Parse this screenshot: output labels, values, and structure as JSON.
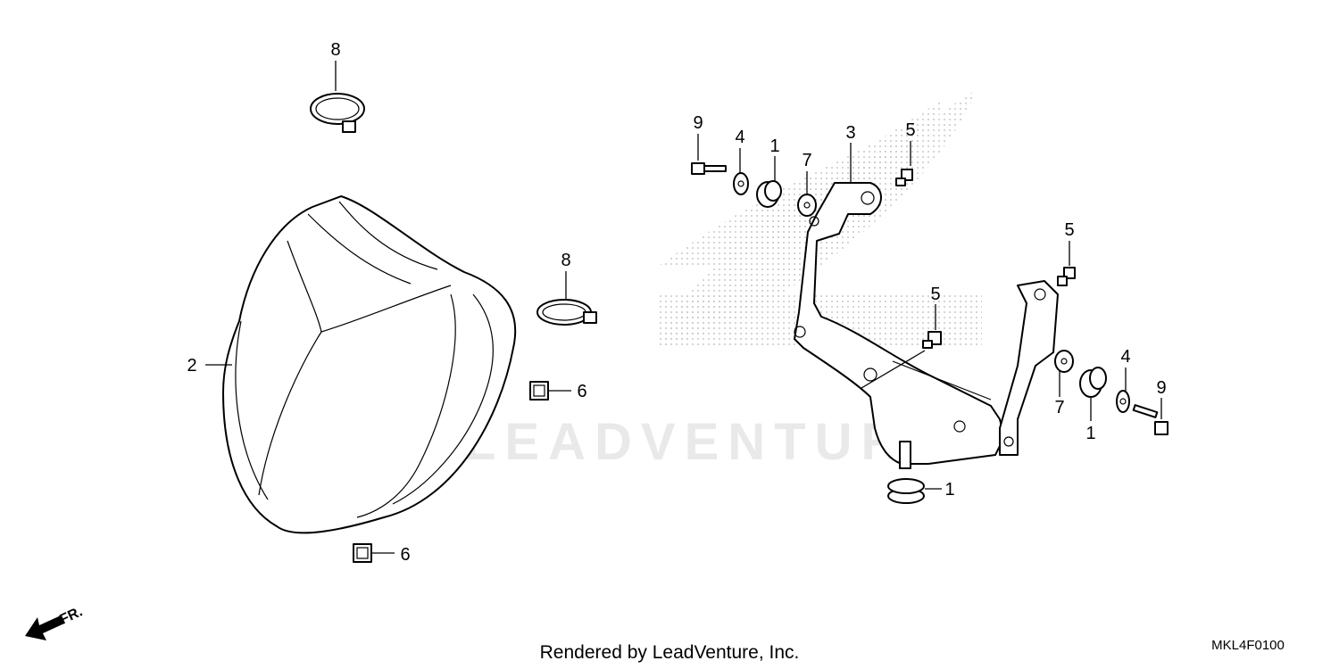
{
  "diagram": {
    "callouts": [
      {
        "id": "c8a",
        "text": "8"
      },
      {
        "id": "c2",
        "text": "2"
      },
      {
        "id": "c8b",
        "text": "8"
      },
      {
        "id": "c6a",
        "text": "6"
      },
      {
        "id": "c6b",
        "text": "6"
      },
      {
        "id": "c9a",
        "text": "9"
      },
      {
        "id": "c4a",
        "text": "4"
      },
      {
        "id": "c1a",
        "text": "1"
      },
      {
        "id": "c7a",
        "text": "7"
      },
      {
        "id": "c3",
        "text": "3"
      },
      {
        "id": "c5a",
        "text": "5"
      },
      {
        "id": "c5b",
        "text": "5"
      },
      {
        "id": "c5c",
        "text": "5"
      },
      {
        "id": "c7b",
        "text": "7"
      },
      {
        "id": "c1b",
        "text": "1"
      },
      {
        "id": "c4b",
        "text": "4"
      },
      {
        "id": "c9b",
        "text": "9"
      },
      {
        "id": "c1c",
        "text": "1"
      }
    ],
    "front_marker": "FR.",
    "watermark": "LEADVENTURE",
    "diagram_code": "MKL4F0100"
  },
  "footer": {
    "rendered_by": "Rendered by LeadVenture, Inc."
  },
  "colors": {
    "line": "#000000",
    "watermark": "#e9e9e9",
    "background": "#ffffff"
  }
}
